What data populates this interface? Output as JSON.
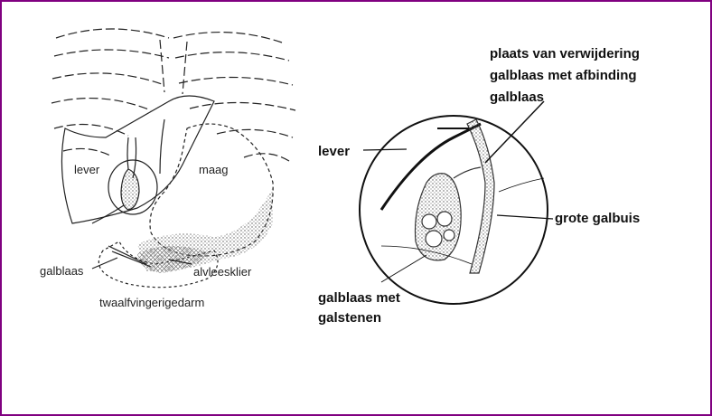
{
  "frame_color": "#800080",
  "left_figure": {
    "labels": {
      "lever": "lever",
      "maag": "maag",
      "galblaas": "galblaas",
      "alvleesklier": "alvleesklier",
      "twaalfvingerigedarm": "twaalfvingerigedarm"
    }
  },
  "right_figure": {
    "labels": {
      "removal_line1": "plaats van verwijdering",
      "removal_line2": "galblaas met afbinding",
      "removal_line3": "galblaas",
      "lever": "lever",
      "grote_galbuis": "grote galbuis",
      "stones_line1": "galblaas met",
      "stones_line2": "galstenen"
    }
  }
}
